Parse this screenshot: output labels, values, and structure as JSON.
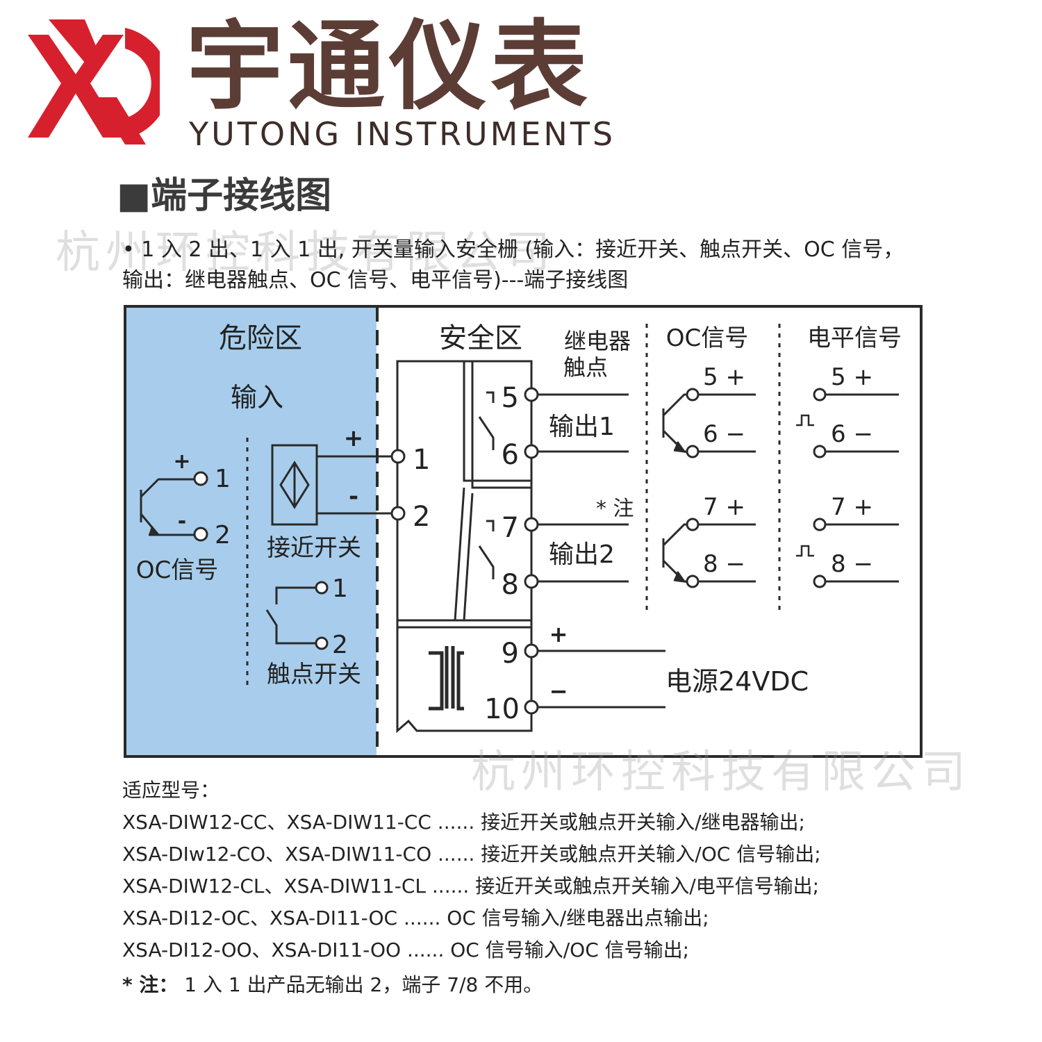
{
  "brand": {
    "name_cn": "宇通仪表",
    "name_en": "YUTONG INSTRUMENTS",
    "logo_colors": {
      "primary": "#d7202d"
    },
    "text_color": "#5c3d36"
  },
  "section_title": "■端子接线图",
  "watermark": "杭州环控科技有限公司",
  "description": {
    "line1": "•  1 入 2 出、1 入 1 出, 开关量输入安全栅 (输入：接近开关、触点开关、OC 信号，",
    "line2": "输出：继电器触点、OC 信号、电平信号)---端子接线图"
  },
  "diagram": {
    "colors": {
      "hazard_zone": "#a8cdec",
      "line": "#2a2a2a"
    },
    "hazard_zone": {
      "title": "危险区",
      "input_label": "输入"
    },
    "safe_zone": {
      "title": "安全区"
    },
    "oc_input": {
      "label": "OC信号",
      "plus": "+",
      "minus": "-",
      "t1": "1",
      "t2": "2"
    },
    "proximity": {
      "label": "接近开关",
      "plus": "+",
      "minus": "-"
    },
    "contact_switch": {
      "label": "触点开关",
      "t1": "1",
      "t2": "2"
    },
    "input_terminals": [
      "1",
      "2"
    ],
    "output_terminals": [
      "5",
      "6",
      "7",
      "8",
      "9",
      "10"
    ],
    "relay": {
      "header": "继电器",
      "header2": "触点",
      "out1": "输出1",
      "out2": "输出2",
      "note": "* 注"
    },
    "oc_output": {
      "header": "OC信号",
      "t5": "5 +",
      "t6": "6 −",
      "t7": "7 +",
      "t8": "8 −"
    },
    "level_output": {
      "header": "电平信号",
      "t5": "5 +",
      "t6": "6 −",
      "t7": "7 +",
      "t8": "8 −"
    },
    "power": {
      "label": "电源24VDC",
      "plus": "+",
      "minus": "−"
    }
  },
  "models": {
    "title": "适应型号：",
    "rows": [
      "XSA-DIW12-CC、XSA-DIW11-CC ......  接近开关或触点开关输入/继电器输出;",
      "XSA-DIw12-CO、XSA-DIW11-CO ......  接近开关或触点开关输入/OC 信号输出;",
      "XSA-DIW12-CL、XSA-DIW11-CL ......  接近开关或触点开关输入/电平信号输出;",
      "XSA-DI12-OC、XSA-DI11-OC ...... OC 信号输入/继电器出点输出;",
      "XSA-DI12-OO、XSA-DI11-OO ...... OC 信号输入/OC 信号输出;"
    ],
    "note_label": "* 注：",
    "note_text": " 1 入 1 出产品无输出 2，端子 7/8 不用。"
  }
}
